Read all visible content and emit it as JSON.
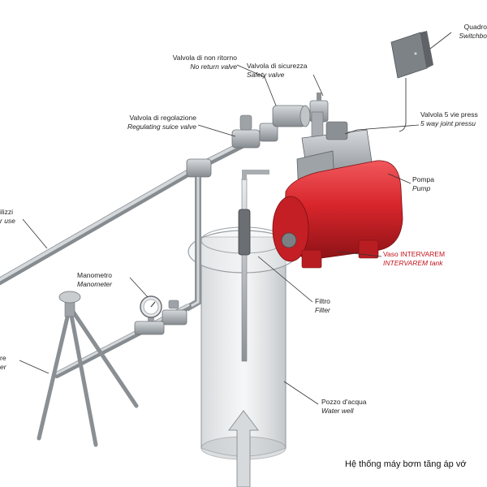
{
  "labels": {
    "switchboard": {
      "it": "Quadro",
      "en": "Switchbo"
    },
    "non_return_valve": {
      "it": "Valvola di non ritorno",
      "en": "No return valve"
    },
    "safety_valve": {
      "it": "Valvola di sicurezza",
      "en": "Safety valve"
    },
    "regulating_valve": {
      "it": "Valvola di regolazione",
      "en": "Regulating suice valve"
    },
    "five_way_joint": {
      "it": "Valvola 5 vie press",
      "en": "5 way joint pressu"
    },
    "pump": {
      "it": "Pompa",
      "en": "Pump"
    },
    "utility_use": {
      "it": "ilizzi",
      "en": "r use"
    },
    "tank": {
      "it": "Vaso INTERVAREM",
      "en": "INTERVAREM tank"
    },
    "manometer": {
      "it": "Manometro",
      "en": "Manometer"
    },
    "filter": {
      "it": "Filtro",
      "en": "Filter"
    },
    "sprinkler": {
      "it": "re",
      "en": "er"
    },
    "water_well": {
      "it": "Pozzo d'acqua",
      "en": "Water well"
    }
  },
  "caption": "Hệ thống máy bơm tăng áp vớ",
  "colors": {
    "tank_red": "#d8262c",
    "pipe_gray": "#b4b8bc",
    "label_red": "#c0141c",
    "text": "#222222"
  }
}
